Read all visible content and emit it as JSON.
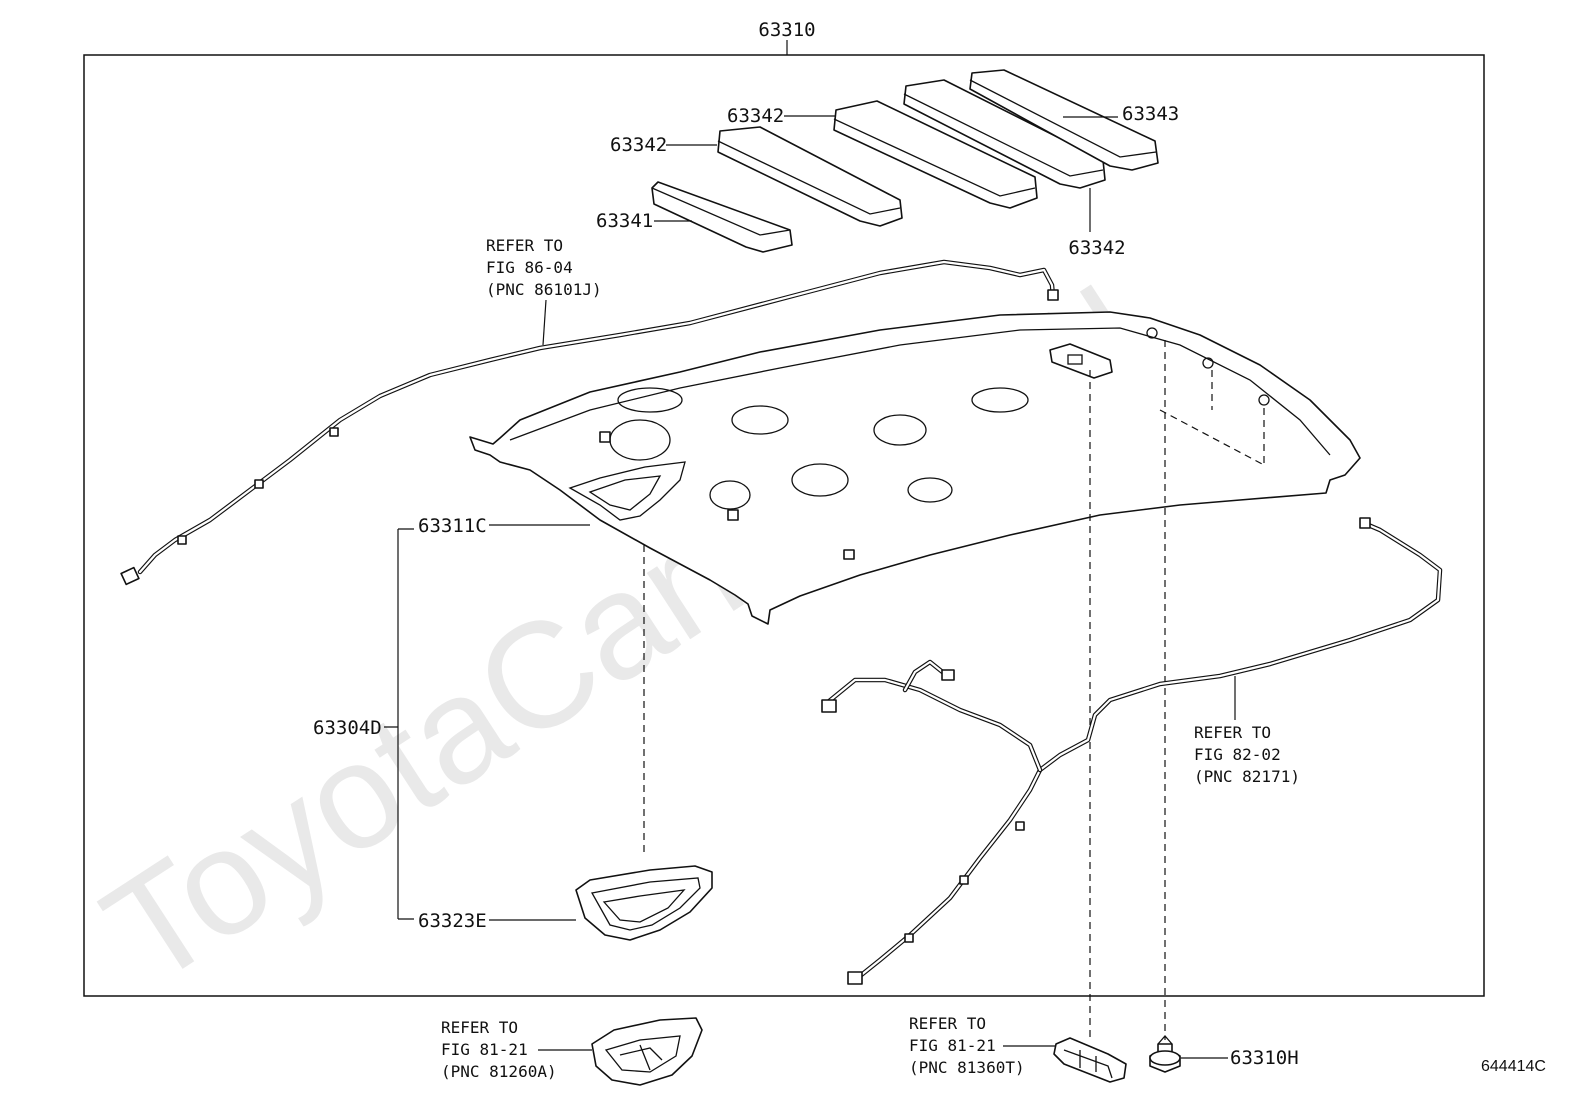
{
  "watermark": "ToyotaCarMine.ru",
  "figure_code": "644414C",
  "callouts": {
    "assembly": "63310",
    "pad_top_right": "63343",
    "pad_second_top": "63342",
    "pad_left": "63342",
    "pad_lower_right": "63342",
    "pad_small": "63341",
    "headliner": "63311C",
    "bracket_group": "63304D",
    "grip_bezel": "63323E",
    "clip": "63310H"
  },
  "references": {
    "antenna_cable": [
      "REFER TO",
      "FIG 86-04",
      "(PNC 86101J)"
    ],
    "roof_wire": [
      "REFER TO",
      "FIG 82-02",
      "(PNC 82171)"
    ],
    "map_lamp": [
      "REFER TO",
      "FIG 81-21",
      "(PNC 81260A)"
    ],
    "room_lamp": [
      "REFER TO",
      "FIG 81-21",
      "(PNC 81360T)"
    ]
  }
}
